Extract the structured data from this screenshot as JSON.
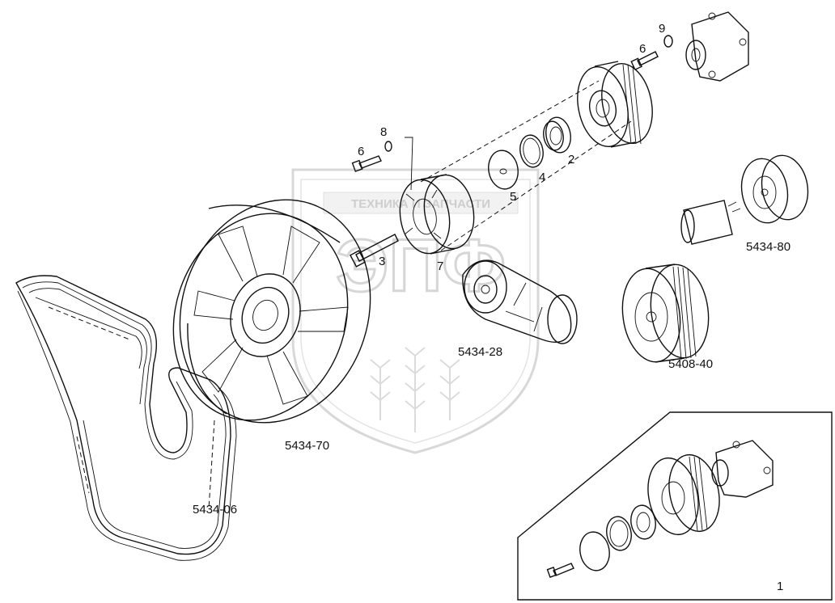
{
  "watermark": {
    "caption": "ТЕХНИКА И ЗАПЧАСТИ",
    "logo": "ЭПФ"
  },
  "labels": {
    "belt": "5434-06",
    "fan": "5434-70",
    "tensioner": "5434-28",
    "pulley_large": "5408-40",
    "idler": "5434-80",
    "item_1": "1",
    "item_2": "2",
    "item_3": "3",
    "item_4": "4",
    "item_5": "5",
    "item_6a": "6",
    "item_6b": "6",
    "item_7": "7",
    "item_8": "8",
    "item_9": "9"
  }
}
